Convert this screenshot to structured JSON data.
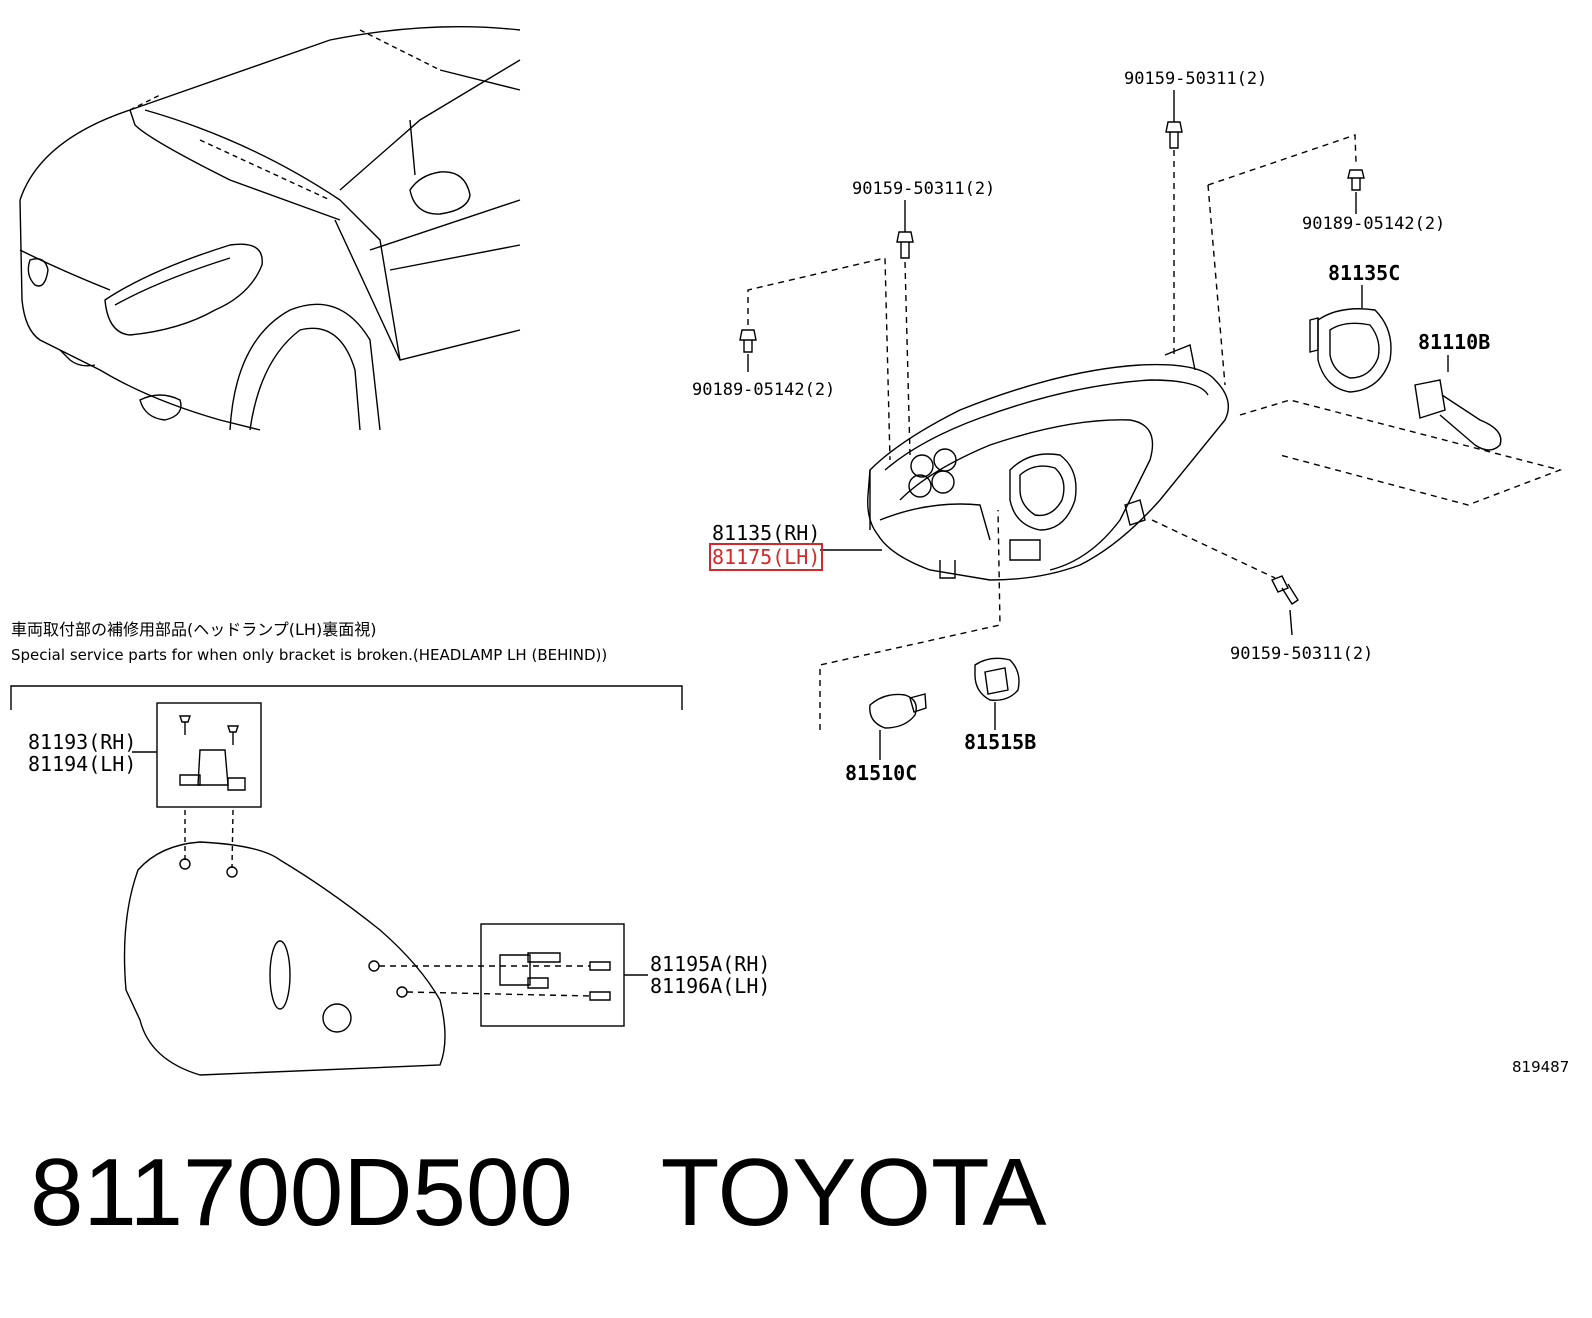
{
  "parts": {
    "p90159_top": "90159-50311(2)",
    "p90159_mid": "90159-50311(2)",
    "p90189_right": "90189-05142(2)",
    "p90189_left": "90189-05142(2)",
    "p81135C": "81135C",
    "p81110B": "81110B",
    "p81135_rh": "81135(RH)",
    "p81175_lh": "81175(LH)",
    "p90159_low": "90159-50311(2)",
    "p81515B": "81515B",
    "p81510C": "81510C",
    "p81193": "81193(RH)",
    "p81194": "81194(LH)",
    "p81195A": "81195A(RH)",
    "p81196A": "81196A(LH)"
  },
  "notes": {
    "jp": "車両取付部の補修用部品(ヘッドランプ(LH)裏面視)",
    "en": "Special service parts for when only bracket is broken.(HEADLAMP LH (BEHIND))"
  },
  "diagram_id": "819487",
  "caption": {
    "part_number": "811700D500",
    "brand": "TOYOTA"
  },
  "colors": {
    "line": "#000000",
    "highlight": "#d62828"
  }
}
